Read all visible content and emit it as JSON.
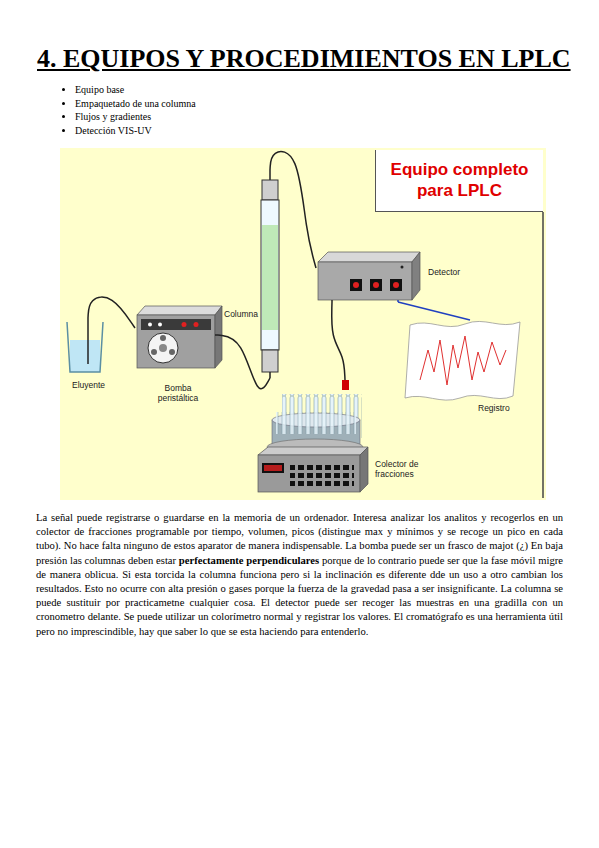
{
  "diagram": {
    "title": "4. EQUIPOS Y PROCEDIMIENTOS EN LPLC",
    "nodes": [
      {
        "text": [
          "Equipo completo para LPLC"
        ]
      },
      {
        "text": [
          "Eluyente"
        ]
      },
      {
        "text": [
          "Bomba peristáltica"
        ]
      },
      {
        "text": [
          "Columna"
        ]
      },
      {
        "text": [
          "Detector"
        ]
      },
      {
        "text": [
          "Registro"
        ]
      },
      {
        "text": [
          "Colector de fracciones"
        ]
      }
    ],
    "edges": [
      {
        "from": 1,
        "to": 2,
        "arrow": "none"
      },
      {
        "from": 2,
        "to": 3,
        "arrow": "none"
      },
      {
        "from": 3,
        "to": 4,
        "arrow": "none"
      },
      {
        "from": 4,
        "to": 6,
        "arrow": "none"
      },
      {
        "from": 4,
        "to": 5,
        "arrow": "none"
      }
    ],
    "labels": [
      "Equipo base",
      "Empaquetado de una columna",
      "Flujos y gradientes",
      "Detección VIS-UV",
      "La señal puede registrarse o guardarse en la memoria de un ordenador. Interesa analizar los analitos y recogerlos en un colector de fracciones programable por tiempo, volumen, picos (distingue max y mínimos y se recoge un pico en cada tubo). No hace falta ninguno de estos aparator de manera indispensable. La bomba puede ser un frasco de majot (¿) En baja presión las columnas deben estar",
      "perfectamente perpendiculares",
      "porque de lo contrario puede ser que la fase móvil migre de manera oblicua. Si esta torcida la columna funciona pero si la inclinación es diferente dde un uso a otro cambian los resultados. Esto no ocurre con alta presión o gases porque la fuerza de la gravedad pasa a ser insignificante. La columna se puede sustituir por practicametne cualquier cosa. El detector puede ser recoger las muestras en una gradilla con un cronometro delante. Se puede utilizar un colorímetro normal y registrar los valores. El cromatógrafo es una herramienta útil pero no imprescindible, hay que saber lo que se esta haciendo para entenderlo."
    ]
  }
}
